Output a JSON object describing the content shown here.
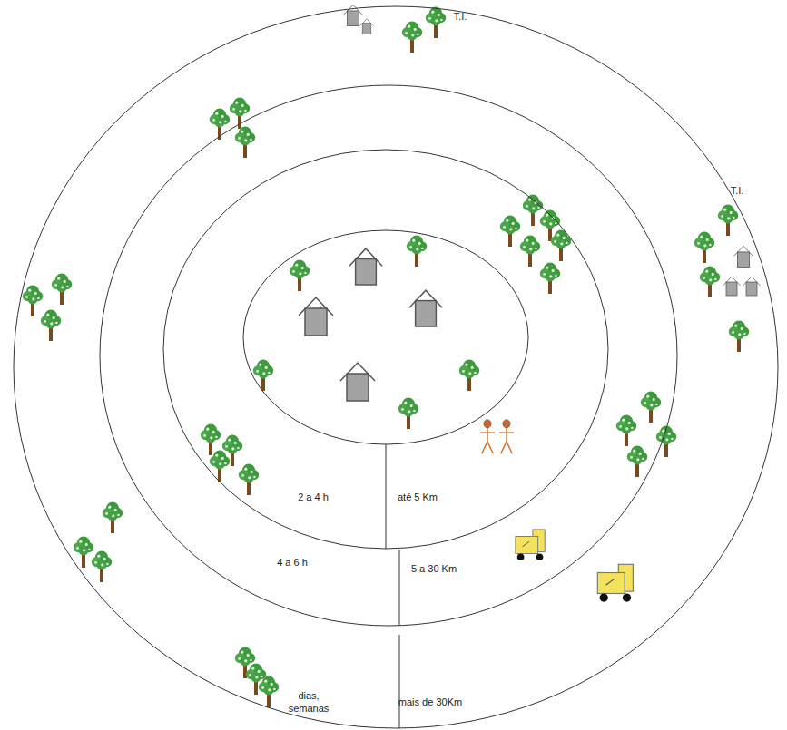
{
  "diagram": {
    "nodes": [
      {
        "text": [
          "dias, semanas",
          "mais de 30Km"
        ]
      },
      {
        "text": [
          "4 a 6 h",
          "5 a 30 Km"
        ],
        "in": 0
      },
      {
        "text": [
          "2 a 4 h",
          "até 5 Km"
        ],
        "in": 1
      }
    ],
    "labels": [
      "T.I.",
      "T.I."
    ]
  }
}
